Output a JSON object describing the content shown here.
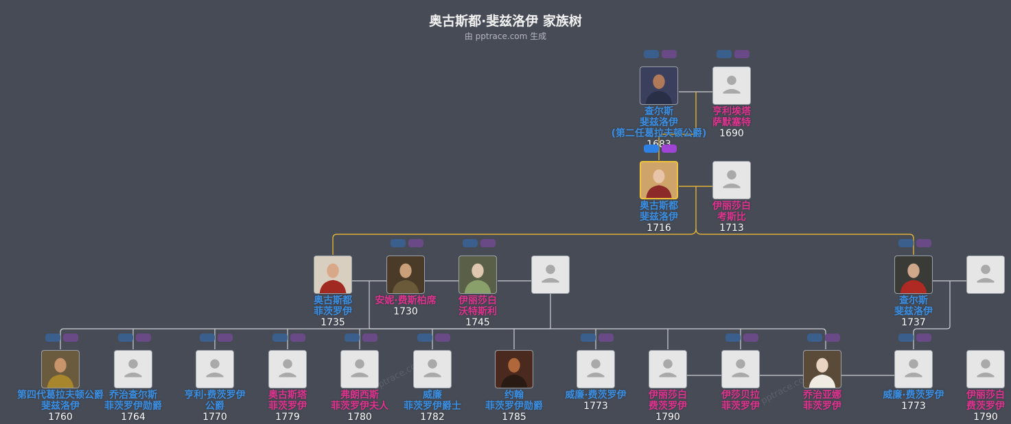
{
  "header": {
    "title": "奥古斯都·斐兹洛伊 家族树",
    "subtitle": "由 pptrace.com 生成"
  },
  "watermarks": [
    "pptrace.com",
    "pptrace.com"
  ],
  "colors": {
    "background": "#464b55",
    "male": "#3b8fe3",
    "female": "#e0338f",
    "highlight_line": "#e0b23a",
    "line": "#cfd2d6"
  },
  "people": [
    {
      "id": "charles2",
      "gender": "male",
      "name_lines": [
        "查尔斯",
        "斐兹洛伊",
        "(第二任葛拉夫顿公爵)"
      ],
      "year": "1683",
      "photo": "portrait-icon"
    },
    {
      "id": "henrietta",
      "gender": "female",
      "name_lines": [
        "亨利埃塔",
        "萨默塞特"
      ],
      "year": "1690",
      "photo": "placeholder-icon"
    },
    {
      "id": "augustus1716",
      "gender": "male",
      "name_lines": [
        "奥古斯都",
        "斐兹洛伊"
      ],
      "year": "1716",
      "photo": "portrait-icon",
      "selected": true
    },
    {
      "id": "elizabeth1713",
      "gender": "female",
      "name_lines": [
        "伊丽莎白",
        "考斯比"
      ],
      "year": "1713",
      "photo": "placeholder-icon"
    },
    {
      "id": "augustus1735",
      "gender": "male",
      "name_lines": [
        "奥古斯都",
        "菲茨罗伊"
      ],
      "year": "1735",
      "photo": "portrait-icon"
    },
    {
      "id": "anne1730",
      "gender": "female",
      "name_lines": [
        "安妮·费斯柏席"
      ],
      "year": "1730",
      "photo": "portrait-icon"
    },
    {
      "id": "elizabeth1745",
      "gender": "female",
      "name_lines": [
        "伊丽莎白",
        "沃特斯利"
      ],
      "year": "1745",
      "photo": "portrait-icon"
    },
    {
      "id": "spouse3",
      "gender": "female",
      "name_lines": [],
      "year": "",
      "photo": "placeholder-icon"
    },
    {
      "id": "charles1737",
      "gender": "male",
      "name_lines": [
        "查尔斯",
        "斐兹洛伊"
      ],
      "year": "1737",
      "photo": "portrait-icon"
    },
    {
      "id": "spouse1737",
      "gender": "female",
      "name_lines": [],
      "year": "",
      "photo": "placeholder-icon"
    },
    {
      "id": "g1760",
      "gender": "male",
      "name_lines": [
        "第四代葛拉夫顿公爵",
        "斐兹洛伊"
      ],
      "year": "1760",
      "photo": "portrait-icon"
    },
    {
      "id": "g1764",
      "gender": "male",
      "name_lines": [
        "乔治查尔斯",
        "菲茨罗伊勋爵"
      ],
      "year": "1764",
      "photo": "placeholder-icon"
    },
    {
      "id": "g1770",
      "gender": "male",
      "name_lines": [
        "亨利·费茨罗伊",
        "公爵"
      ],
      "year": "1770",
      "photo": "placeholder-icon"
    },
    {
      "id": "g1779",
      "gender": "female",
      "name_lines": [
        "奥古斯塔",
        "菲茨罗伊"
      ],
      "year": "1779",
      "photo": "placeholder-icon"
    },
    {
      "id": "g1780",
      "gender": "female",
      "name_lines": [
        "弗朗西斯",
        "菲茨罗伊夫人"
      ],
      "year": "1780",
      "photo": "placeholder-icon"
    },
    {
      "id": "g1782",
      "gender": "male",
      "name_lines": [
        "威廉",
        "菲茨罗伊爵士"
      ],
      "year": "1782",
      "photo": "placeholder-icon"
    },
    {
      "id": "g1785",
      "gender": "male",
      "name_lines": [
        "约翰",
        "菲茨罗伊勋爵"
      ],
      "year": "1785",
      "photo": "portrait-icon"
    },
    {
      "id": "g1773a",
      "gender": "male",
      "name_lines": [
        "威廉·费茨罗伊"
      ],
      "year": "1773",
      "photo": "placeholder-icon"
    },
    {
      "id": "g1790a",
      "gender": "female",
      "name_lines": [
        "伊丽莎白",
        "费茨罗伊"
      ],
      "year": "1790",
      "photo": "placeholder-icon"
    },
    {
      "id": "g_isabella",
      "gender": "female",
      "name_lines": [
        "伊莎贝拉",
        "菲茨罗伊"
      ],
      "year": "",
      "photo": "placeholder-icon"
    },
    {
      "id": "g_georgiana",
      "gender": "female",
      "name_lines": [
        "乔治亚娜",
        "菲茨罗伊"
      ],
      "year": "",
      "photo": "portrait-icon"
    },
    {
      "id": "g1773b",
      "gender": "male",
      "name_lines": [
        "威廉·费茨罗伊"
      ],
      "year": "1773",
      "photo": "placeholder-icon"
    },
    {
      "id": "g1790b",
      "gender": "female",
      "name_lines": [
        "伊丽莎白",
        "费茨罗伊"
      ],
      "year": "1790",
      "photo": "placeholder-icon"
    }
  ]
}
